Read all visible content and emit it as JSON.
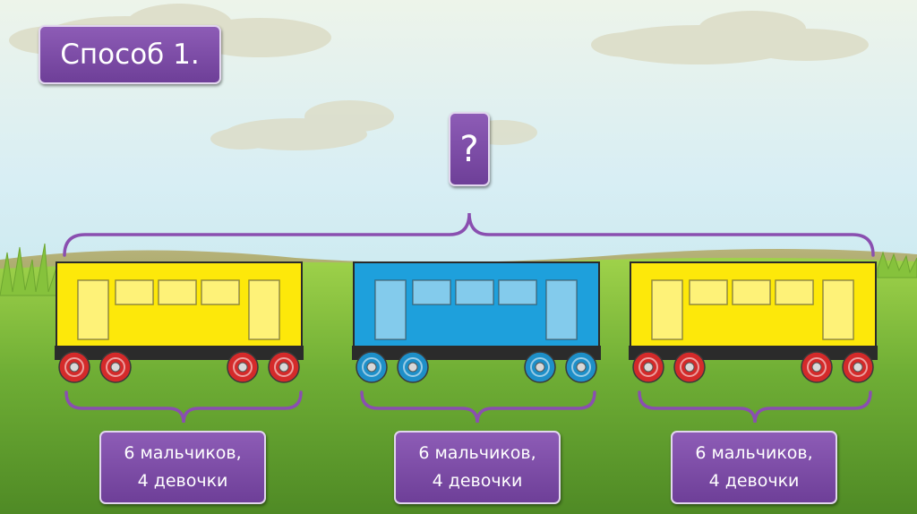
{
  "slide": {
    "method_label": "Способ 1.",
    "question_label": "?",
    "colors": {
      "sky_top": "#d8eef2",
      "grass": "#7cb83a",
      "label_purple": "#7a4aa6",
      "brace": "#8a4fb0"
    }
  },
  "wagons": [
    {
      "color": "#fde80a",
      "wheel_color": "#d42a2a",
      "caption": {
        "line1": "6 мальчиков,",
        "line2": "4 девочки"
      }
    },
    {
      "color": "#1ea0dc",
      "wheel_color": "#1e8fc8",
      "caption": {
        "line1": "6 мальчиков,",
        "line2": "4 девочки"
      }
    },
    {
      "color": "#fde80a",
      "wheel_color": "#d42a2a",
      "caption": {
        "line1": "6 мальчиков,",
        "line2": "4 девочки"
      }
    }
  ]
}
